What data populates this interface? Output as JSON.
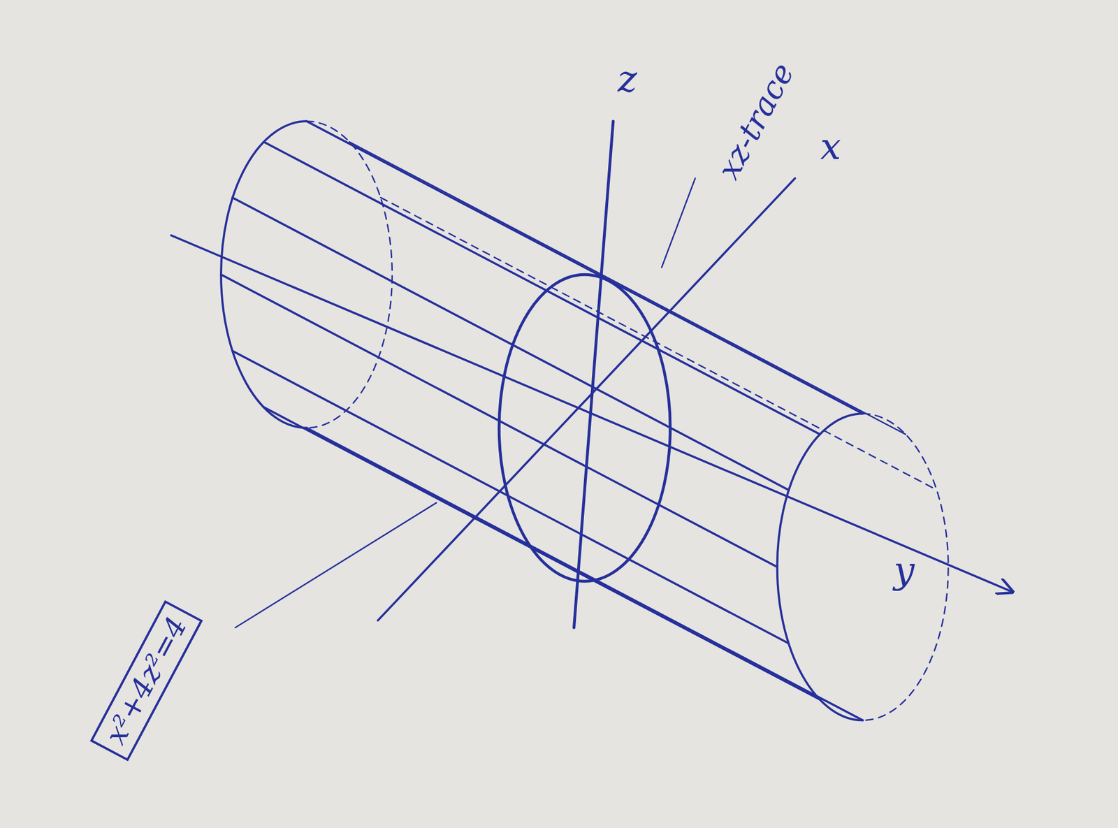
{
  "diagram": {
    "nodes": [
      {
        "text": [
          "x²+4z²=4"
        ]
      }
    ],
    "labels": [
      "z",
      "xz-trace",
      "x",
      "y"
    ]
  }
}
